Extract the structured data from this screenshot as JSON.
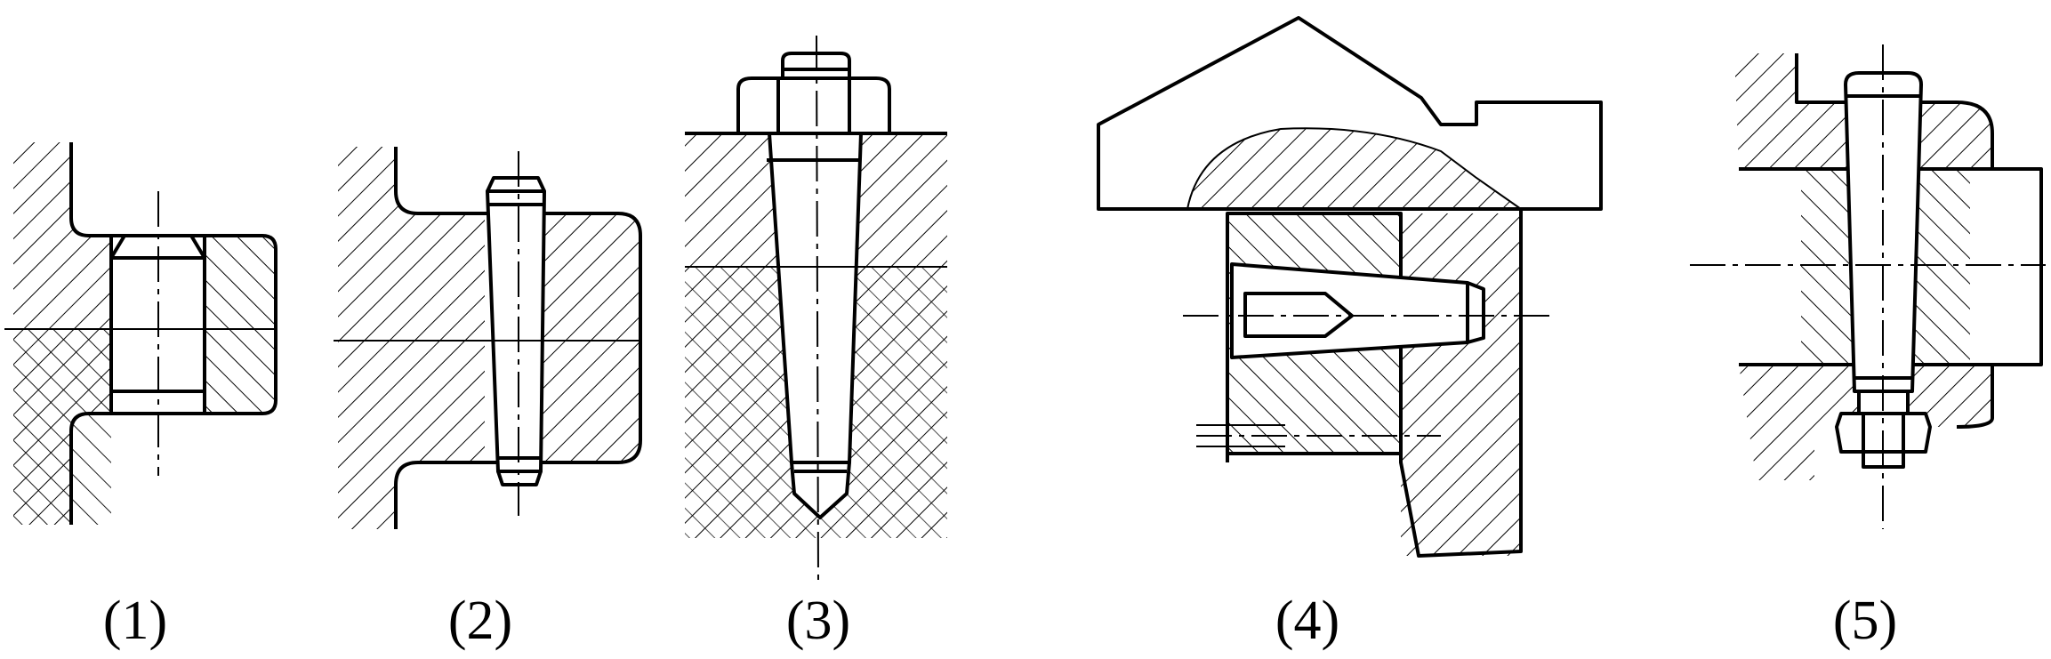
{
  "figures": [
    {
      "label": "(1)"
    },
    {
      "label": "(2)"
    },
    {
      "label": "(3)"
    },
    {
      "label": "(4)"
    },
    {
      "label": "(5)"
    }
  ]
}
